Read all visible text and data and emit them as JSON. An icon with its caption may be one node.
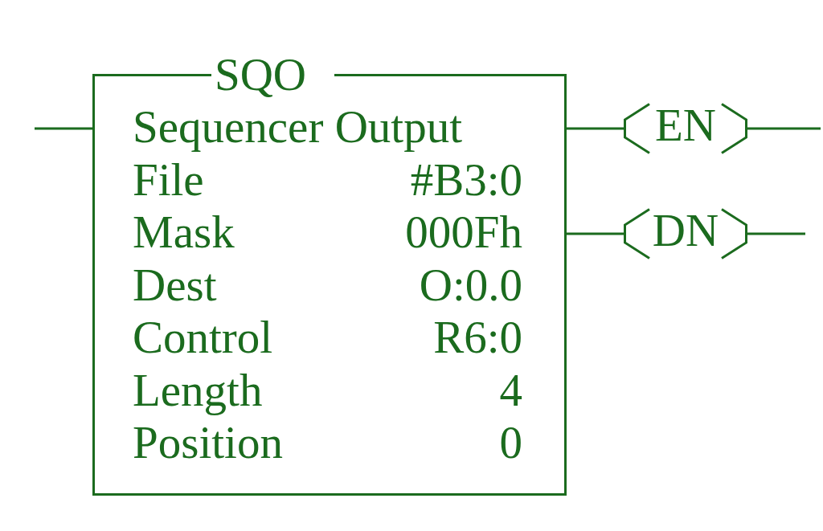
{
  "diagram": {
    "nodes": [
      {
        "text": [
          "SQO",
          "Sequencer Output",
          "File",
          "#B3:0",
          "Mask",
          "000Fh",
          "Dest",
          "O:0.0",
          "Control",
          "R6:0",
          "Length",
          "4",
          "Position",
          "0"
        ]
      },
      {
        "text": [
          "EN"
        ]
      },
      {
        "text": [
          "DN"
        ]
      }
    ],
    "edges": [
      {
        "from": null,
        "to": 0,
        "arrow": "none"
      },
      {
        "from": 0,
        "to": 1,
        "arrow": "none"
      },
      {
        "from": 1,
        "to": null,
        "arrow": "none"
      },
      {
        "from": 0,
        "to": 2,
        "arrow": "none"
      },
      {
        "from": 2,
        "to": null,
        "arrow": "none"
      }
    ]
  }
}
